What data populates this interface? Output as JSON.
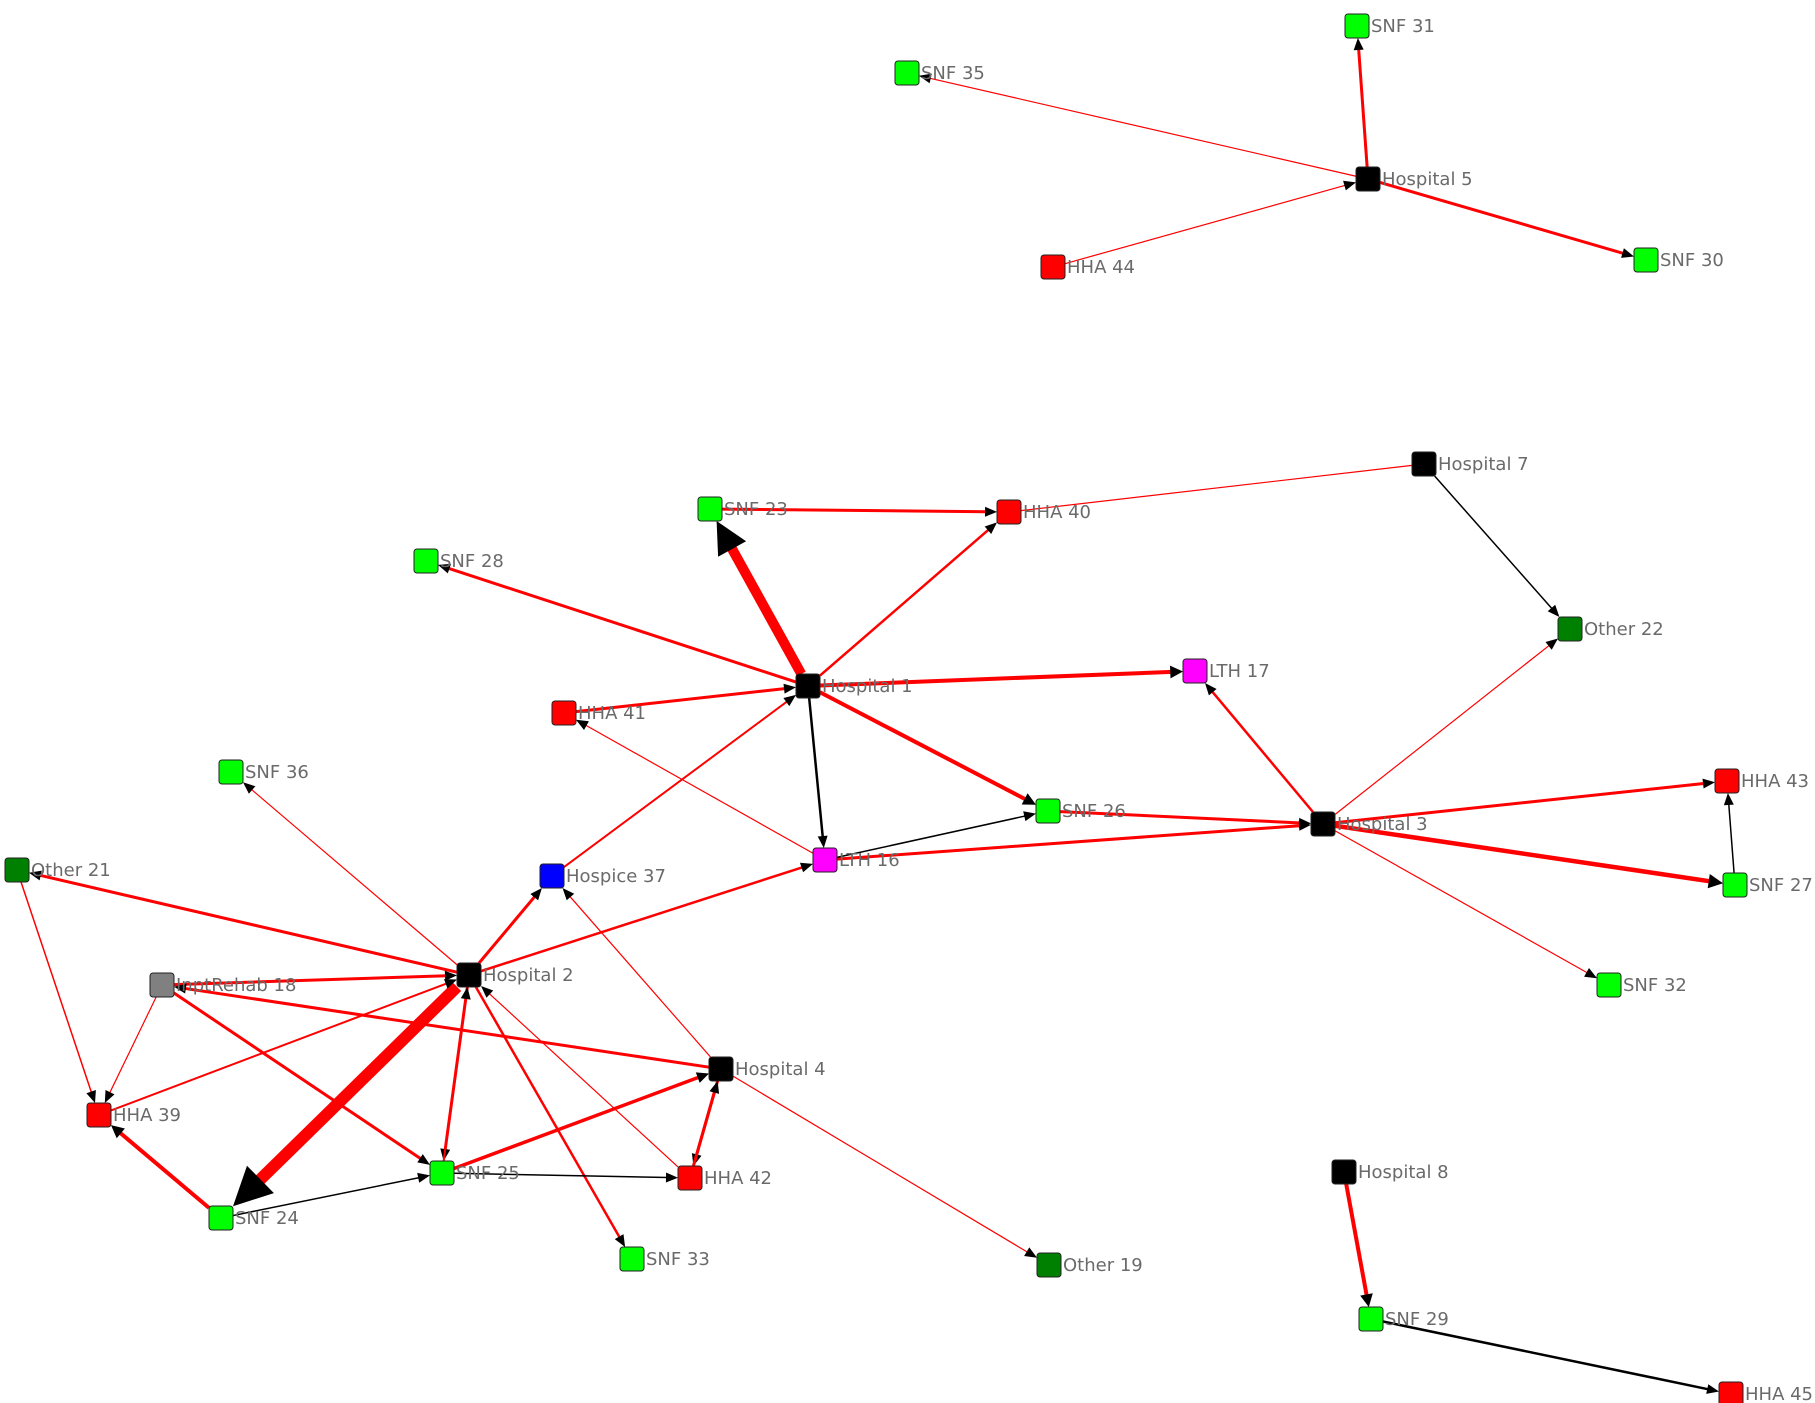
{
  "colors": {
    "red_edge": "#ff0000",
    "black_edge": "#000000",
    "hospital": "#000000",
    "snf": "#00ff00",
    "hha": "#ff0000",
    "lth": "#ff00ff",
    "hospice": "#0000ff",
    "other": "#008000",
    "inptrehab": "#808080"
  },
  "nodes": [
    {
      "id": "h1",
      "label": "Hospital 1",
      "type": "hospital"
    },
    {
      "id": "h2",
      "label": "Hospital 2",
      "type": "hospital"
    },
    {
      "id": "h3",
      "label": "Hospital 3",
      "type": "hospital"
    },
    {
      "id": "h4",
      "label": "Hospital 4",
      "type": "hospital"
    },
    {
      "id": "h5",
      "label": "Hospital 5",
      "type": "hospital"
    },
    {
      "id": "h7",
      "label": "Hospital 7",
      "type": "hospital"
    },
    {
      "id": "h8",
      "label": "Hospital 8",
      "type": "hospital"
    },
    {
      "id": "snf23",
      "label": "SNF 23",
      "type": "snf"
    },
    {
      "id": "snf24",
      "label": "SNF 24",
      "type": "snf"
    },
    {
      "id": "snf25",
      "label": "SNF 25",
      "type": "snf"
    },
    {
      "id": "snf26",
      "label": "SNF 26",
      "type": "snf"
    },
    {
      "id": "snf27",
      "label": "SNF 27",
      "type": "snf"
    },
    {
      "id": "snf28",
      "label": "SNF 28",
      "type": "snf"
    },
    {
      "id": "snf29",
      "label": "SNF 29",
      "type": "snf"
    },
    {
      "id": "snf30",
      "label": "SNF 30",
      "type": "snf"
    },
    {
      "id": "snf31",
      "label": "SNF 31",
      "type": "snf"
    },
    {
      "id": "snf32",
      "label": "SNF 32",
      "type": "snf"
    },
    {
      "id": "snf33",
      "label": "SNF 33",
      "type": "snf"
    },
    {
      "id": "snf35",
      "label": "SNF 35",
      "type": "snf"
    },
    {
      "id": "snf36",
      "label": "SNF 36",
      "type": "snf"
    },
    {
      "id": "hha39",
      "label": "HHA 39",
      "type": "hha"
    },
    {
      "id": "hha40",
      "label": "HHA 40",
      "type": "hha"
    },
    {
      "id": "hha41",
      "label": "HHA 41",
      "type": "hha"
    },
    {
      "id": "hha42",
      "label": "HHA 42",
      "type": "hha"
    },
    {
      "id": "hha43",
      "label": "HHA 43",
      "type": "hha"
    },
    {
      "id": "hha44",
      "label": "HHA 44",
      "type": "hha"
    },
    {
      "id": "hha45",
      "label": "HHA 45",
      "type": "hha"
    },
    {
      "id": "lth16",
      "label": "LTH 16",
      "type": "lth"
    },
    {
      "id": "lth17",
      "label": "LTH 17",
      "type": "lth"
    },
    {
      "id": "hospice37",
      "label": "Hospice 37",
      "type": "hospice"
    },
    {
      "id": "other19",
      "label": "Other 19",
      "type": "other"
    },
    {
      "id": "other21",
      "label": "Other 21",
      "type": "other"
    },
    {
      "id": "other22",
      "label": "Other 22",
      "type": "other"
    },
    {
      "id": "rehab18",
      "label": "InptRehab 18",
      "type": "inptrehab"
    }
  ],
  "edges": [
    {
      "from": "h1",
      "to": "snf23",
      "color": "red",
      "weight": 10
    },
    {
      "from": "h1",
      "to": "snf28",
      "color": "red",
      "weight": 3
    },
    {
      "from": "h1",
      "to": "hha40",
      "color": "red",
      "weight": 2.5
    },
    {
      "from": "h1",
      "to": "lth17",
      "color": "red",
      "weight": 4
    },
    {
      "from": "h1",
      "to": "snf26",
      "color": "red",
      "weight": 4
    },
    {
      "from": "h1",
      "to": "lth16",
      "color": "black",
      "weight": 2.5
    },
    {
      "from": "hha41",
      "to": "h1",
      "color": "red",
      "weight": 3
    },
    {
      "from": "hospice37",
      "to": "h1",
      "color": "red",
      "weight": 2
    },
    {
      "from": "snf23",
      "to": "hha40",
      "color": "red",
      "weight": 3
    },
    {
      "from": "hha40",
      "to": "h7",
      "color": "red",
      "weight": 1.2,
      "arrow": false
    },
    {
      "from": "h7",
      "to": "other22",
      "color": "black",
      "weight": 1.5
    },
    {
      "from": "h3",
      "to": "other22",
      "color": "red",
      "weight": 1.2
    },
    {
      "from": "h3",
      "to": "lth17",
      "color": "red",
      "weight": 2.5
    },
    {
      "from": "h3",
      "to": "hha43",
      "color": "red",
      "weight": 3
    },
    {
      "from": "h3",
      "to": "snf27",
      "color": "red",
      "weight": 4.5
    },
    {
      "from": "h3",
      "to": "snf32",
      "color": "red",
      "weight": 1.2
    },
    {
      "from": "snf26",
      "to": "h3",
      "color": "red",
      "weight": 3
    },
    {
      "from": "lth16",
      "to": "h3",
      "color": "red",
      "weight": 3
    },
    {
      "from": "lth16",
      "to": "snf26",
      "color": "black",
      "weight": 1.5
    },
    {
      "from": "lth16",
      "to": "hha41",
      "color": "red",
      "weight": 1.2
    },
    {
      "from": "snf27",
      "to": "hha43",
      "color": "black",
      "weight": 1.5
    },
    {
      "from": "h2",
      "to": "snf24",
      "color": "red",
      "weight": 12
    },
    {
      "from": "h2",
      "to": "hospice37",
      "color": "red",
      "weight": 3
    },
    {
      "from": "h2",
      "to": "lth16",
      "color": "red",
      "weight": 2.5
    },
    {
      "from": "h2",
      "to": "snf36",
      "color": "red",
      "weight": 1.2
    },
    {
      "from": "h2",
      "to": "other21",
      "color": "red",
      "weight": 3
    },
    {
      "from": "h2",
      "to": "snf25",
      "color": "red",
      "weight": 3
    },
    {
      "from": "h2",
      "to": "snf33",
      "color": "red",
      "weight": 2.5
    },
    {
      "from": "rehab18",
      "to": "h2",
      "color": "red",
      "weight": 3
    },
    {
      "from": "hha39",
      "to": "h2",
      "color": "red",
      "weight": 2
    },
    {
      "from": "snf25",
      "to": "h2",
      "color": "red",
      "weight": 2
    },
    {
      "from": "hha42",
      "to": "h2",
      "color": "red",
      "weight": 1.2
    },
    {
      "from": "snf24",
      "to": "hha39",
      "color": "red",
      "weight": 4
    },
    {
      "from": "snf24",
      "to": "snf25",
      "color": "black",
      "weight": 1.5
    },
    {
      "from": "snf25",
      "to": "hha42",
      "color": "black",
      "weight": 1.5
    },
    {
      "from": "snf25",
      "to": "h4",
      "color": "red",
      "weight": 3.5
    },
    {
      "from": "h4",
      "to": "rehab18",
      "color": "red",
      "weight": 3
    },
    {
      "from": "h4",
      "to": "hospice37",
      "color": "red",
      "weight": 1.2
    },
    {
      "from": "h4",
      "to": "hha42",
      "color": "red",
      "weight": 3
    },
    {
      "from": "hha42",
      "to": "h4",
      "color": "red",
      "weight": 3
    },
    {
      "from": "h4",
      "to": "other19",
      "color": "red",
      "weight": 1.2
    },
    {
      "from": "other21",
      "to": "hha39",
      "color": "red",
      "weight": 1.5
    },
    {
      "from": "rehab18",
      "to": "hha39",
      "color": "red",
      "weight": 1.2
    },
    {
      "from": "rehab18",
      "to": "snf25",
      "color": "red",
      "weight": 3
    },
    {
      "from": "h5",
      "to": "snf31",
      "color": "red",
      "weight": 3
    },
    {
      "from": "h5",
      "to": "snf35",
      "color": "red",
      "weight": 1.2
    },
    {
      "from": "h5",
      "to": "snf30",
      "color": "red",
      "weight": 3
    },
    {
      "from": "hha44",
      "to": "h5",
      "color": "red",
      "weight": 1.2
    },
    {
      "from": "h8",
      "to": "snf29",
      "color": "red",
      "weight": 4
    },
    {
      "from": "snf29",
      "to": "hha45",
      "color": "black",
      "weight": 2.5
    }
  ]
}
